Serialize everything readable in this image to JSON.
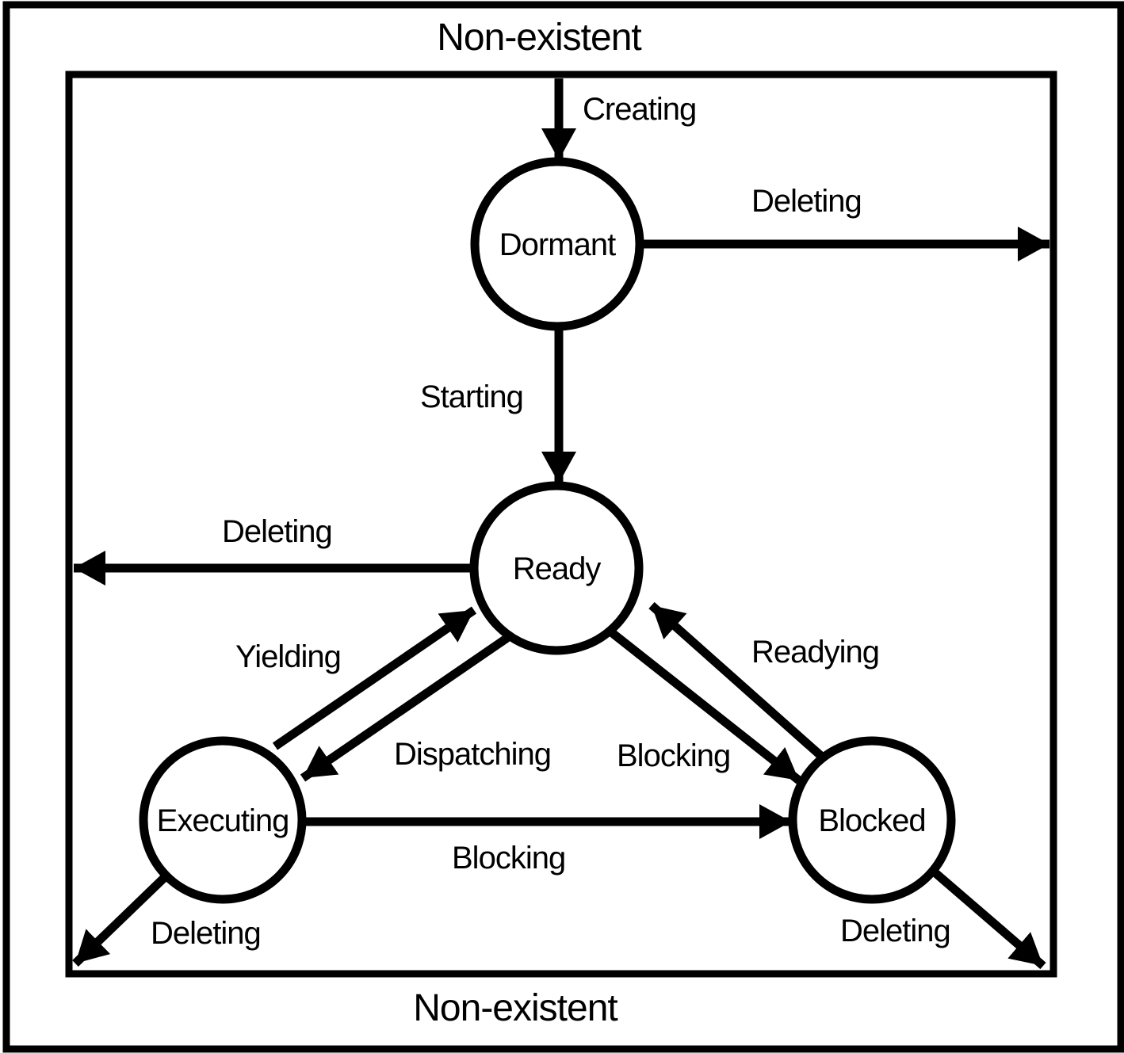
{
  "colors": {
    "foreground": "#000000",
    "background": "#ffffff"
  },
  "outer_zone": {
    "top_label": "Non-existent",
    "bottom_label": "Non-existent"
  },
  "states": {
    "dormant": {
      "label": "Dormant"
    },
    "ready": {
      "label": "Ready"
    },
    "executing": {
      "label": "Executing"
    },
    "blocked": {
      "label": "Blocked"
    }
  },
  "transitions": {
    "creating": {
      "label": "Creating",
      "from": "Non-existent",
      "to": "Dormant"
    },
    "deleting_from_dormant": {
      "label": "Deleting",
      "from": "Dormant",
      "to": "Non-existent"
    },
    "starting": {
      "label": "Starting",
      "from": "Dormant",
      "to": "Ready"
    },
    "deleting_from_ready": {
      "label": "Deleting",
      "from": "Ready",
      "to": "Non-existent"
    },
    "yielding": {
      "label": "Yielding",
      "from": "Executing",
      "to": "Ready"
    },
    "dispatching": {
      "label": "Dispatching",
      "from": "Ready",
      "to": "Executing"
    },
    "blocking_from_ready": {
      "label": "Blocking",
      "from": "Ready",
      "to": "Blocked"
    },
    "readying": {
      "label": "Readying",
      "from": "Blocked",
      "to": "Ready"
    },
    "blocking_from_executing": {
      "label": "Blocking",
      "from": "Executing",
      "to": "Blocked"
    },
    "deleting_from_executing": {
      "label": "Deleting",
      "from": "Executing",
      "to": "Non-existent"
    },
    "deleting_from_blocked": {
      "label": "Deleting",
      "from": "Blocked",
      "to": "Non-existent"
    }
  }
}
